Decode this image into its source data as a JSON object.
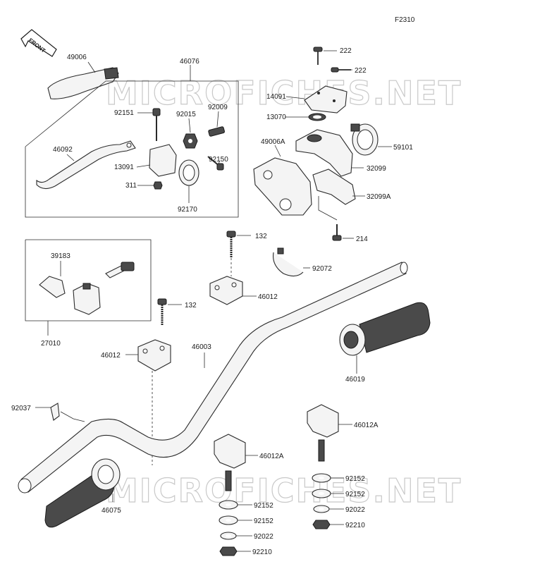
{
  "diagram_code": "F2310",
  "watermark": "MICROFICHES.NET",
  "front_arrow_label": "FRONT",
  "labels": {
    "p49006": "49006",
    "p46076": "46076",
    "p92151": "92151",
    "p92015": "92015",
    "p92009": "92009",
    "p46092": "46092",
    "p13091": "13091",
    "p92150": "92150",
    "p311": "311",
    "p92170": "92170",
    "p222a": "222",
    "p222b": "222",
    "p14091": "14091",
    "p13070": "13070",
    "p49006A": "49006A",
    "p59101": "59101",
    "p32099": "32099",
    "p32099A": "32099A",
    "p214": "214",
    "p132a": "132",
    "p92072": "92072",
    "p39183": "39183",
    "p46012a": "46012",
    "p132b": "132",
    "p27010": "27010",
    "p46012b": "46012",
    "p46003": "46003",
    "p46019": "46019",
    "p92037": "92037",
    "p46012Aa": "46012A",
    "p46012Ab": "46012A",
    "p92152a": "92152",
    "p92152b": "92152",
    "p92022a": "92022",
    "p92210a": "92210",
    "p46075": "46075",
    "p92152c": "92152",
    "p92152d": "92152",
    "p92022b": "92022",
    "p92210b": "92210"
  }
}
